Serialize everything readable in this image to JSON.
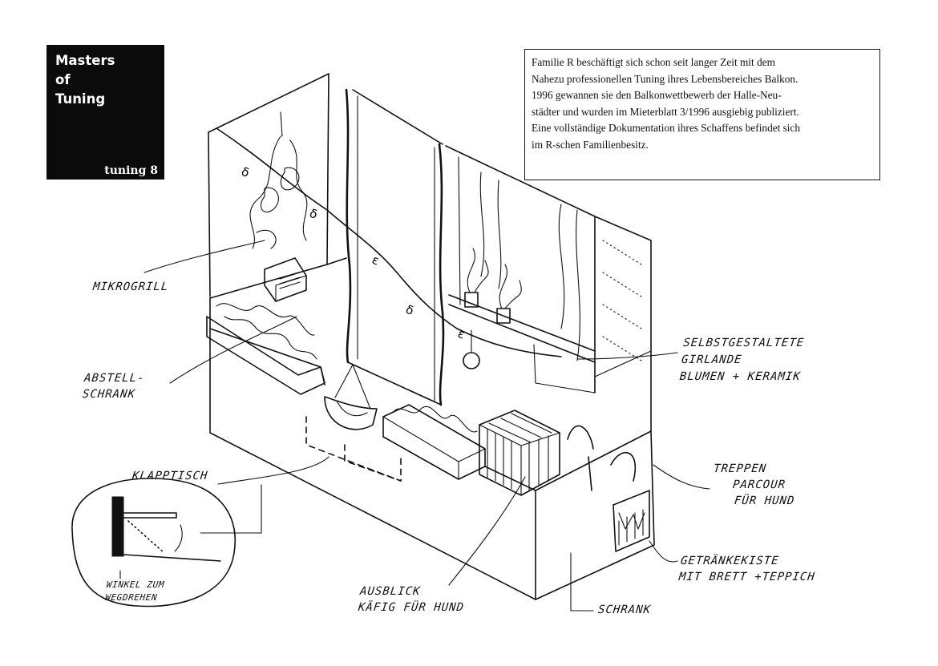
{
  "brand": {
    "title_lines": [
      "Masters",
      "of",
      "Tuning"
    ],
    "subtitle": "tuning 8"
  },
  "description": {
    "lines": [
      "Familie R beschäftigt sich schon seit langer Zeit mit dem",
      "Nahezu professionellen Tuning ihres Lebensbereiches Balkon.",
      "1996 gewannen sie den Balkonwettbewerb der Halle-Neu-",
      "städter und wurden im Mieterblatt 3/1996 ausgiebig publiziert.",
      "Eine vollständige Dokumentation ihres Schaffens befindet sich",
      "im R-schen Familienbesitz."
    ]
  },
  "labels": {
    "mikrogrill": "MIKROGRILL",
    "abstellschrank": [
      "ABSTELL-",
      "SCHRANK"
    ],
    "klapptisch": "KLAPPTISCH",
    "winkel": [
      "WINKEL ZUM",
      "WEGDREHEN"
    ],
    "girlande": [
      "SELBSTGESTALTETE",
      "GIRLANDE",
      "BLUMEN + KERAMIK"
    ],
    "treppen": [
      "TREPPEN",
      "PARCOUR",
      "FÜR HUND"
    ],
    "getraenkekiste": [
      "GETRÄNKEKISTE",
      "MIT BRETT +TEPPICH"
    ],
    "ausblick": [
      "AUSBLICK",
      "KÄFIG FÜR HUND"
    ],
    "schrank": "SCHRANK"
  },
  "icons": {
    "microwave": "microwave-grill-icon",
    "basket": "hanging-basket-icon",
    "cage": "dog-cage-icon",
    "crate": "drink-crate-icon",
    "plants": "plant-icon",
    "garland": "garland-icon"
  },
  "colors": {
    "ink": "#111111",
    "paper": "#ffffff",
    "brand_bg": "#0b0b0b",
    "brand_fg": "#ffffff"
  }
}
